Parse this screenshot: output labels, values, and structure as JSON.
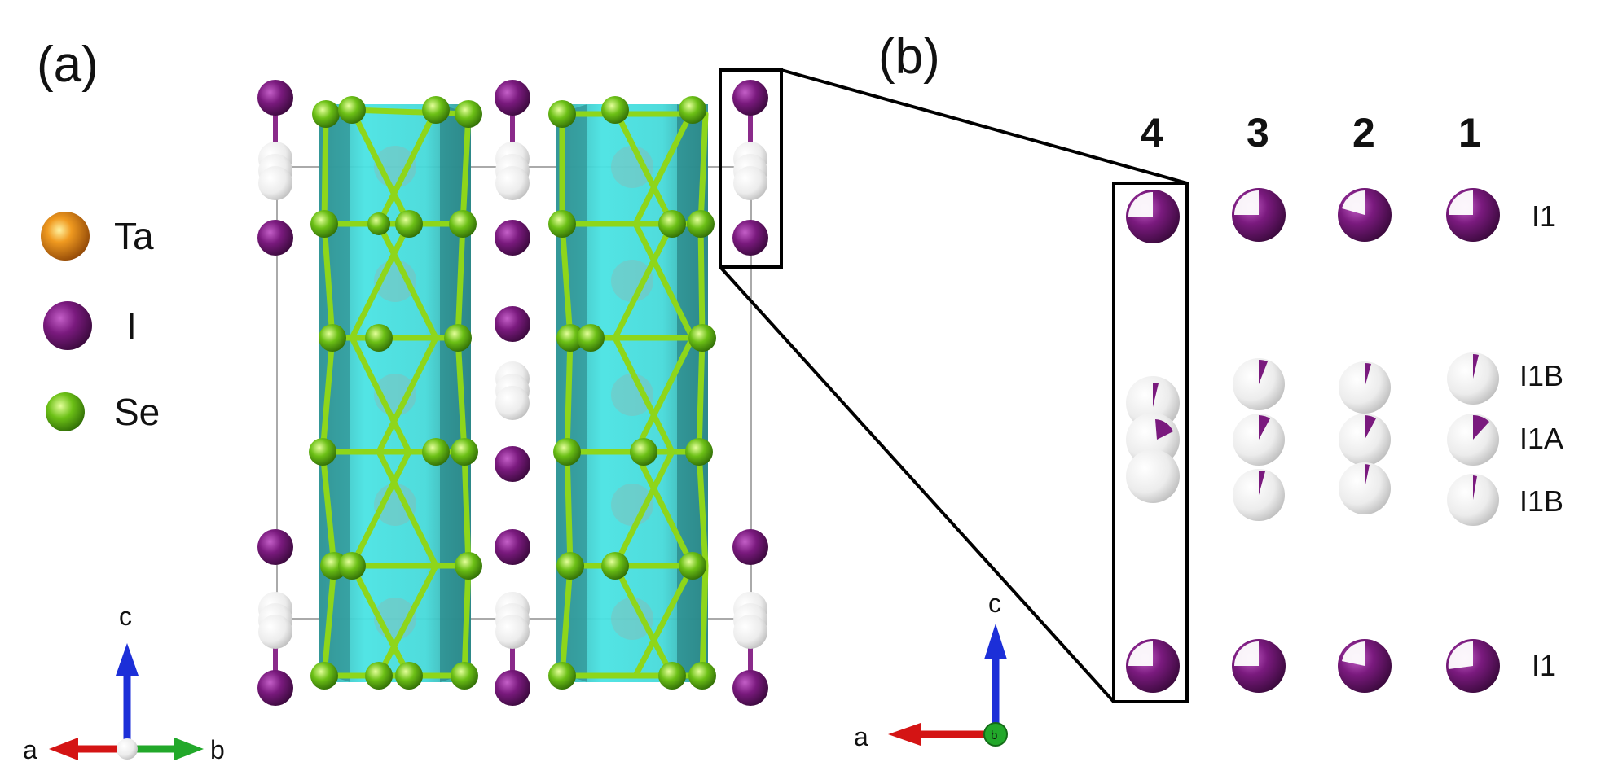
{
  "panel_a": {
    "label": "(a)",
    "legend": [
      {
        "element": "Ta",
        "color": "#e07a10",
        "icon": "ta-atom-icon"
      },
      {
        "element": "I",
        "color": "#7a1a7e",
        "icon": "i-atom-icon"
      },
      {
        "element": "Se",
        "color": "#5bb010",
        "icon": "se-atom-icon"
      }
    ],
    "axes": {
      "up": "c",
      "left": "a",
      "right": "b"
    }
  },
  "panel_b": {
    "label": "(b)",
    "columns": [
      "4",
      "3",
      "2",
      "1"
    ],
    "rows": [
      "I1",
      "I1B",
      "I1A",
      "I1B",
      "I1"
    ],
    "axes": {
      "up": "c",
      "left": "a",
      "center": "b"
    }
  },
  "colors": {
    "iodine": "#7a1a7e",
    "selenium": "#5bb010",
    "polyhedron": "#3fd6d6",
    "vacancy": "#eeeeee",
    "axis_c": "#1c2fd8",
    "axis_a": "#d41414",
    "axis_b": "#22a82a"
  }
}
